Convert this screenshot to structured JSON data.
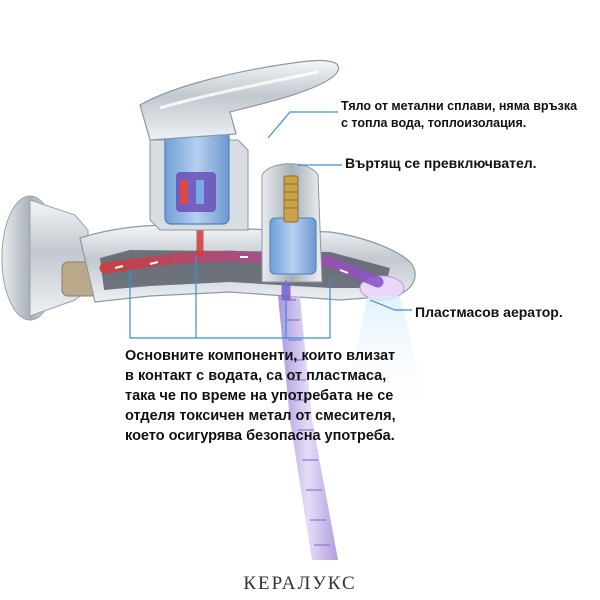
{
  "callouts": {
    "body_line1": "Тяло от метални сплави, няма връзка",
    "body_line2": "с топла вода, топлоизолация.",
    "switch": "Въртящ се превключвател.",
    "aerator": "Пластмасов аератор.",
    "components_line1": "Основните компоненти, които влизат",
    "components_line2": "в контакт с водата, са от пластмаса,",
    "components_line3": "така че по време на употребата не се",
    "components_line4": "отделя токсичен метал от смесителя,",
    "components_line5": "което осигурява безопасна употреба."
  },
  "brand": "КЕРАЛУКС",
  "colors": {
    "leader_line": "#3a8fd6",
    "chrome": "#c9ced4",
    "cartridge": "#8fb6e6",
    "hot_flow": "#d23a3a",
    "mixed_flow": "#8a55c8",
    "hose": "#b59be8"
  }
}
